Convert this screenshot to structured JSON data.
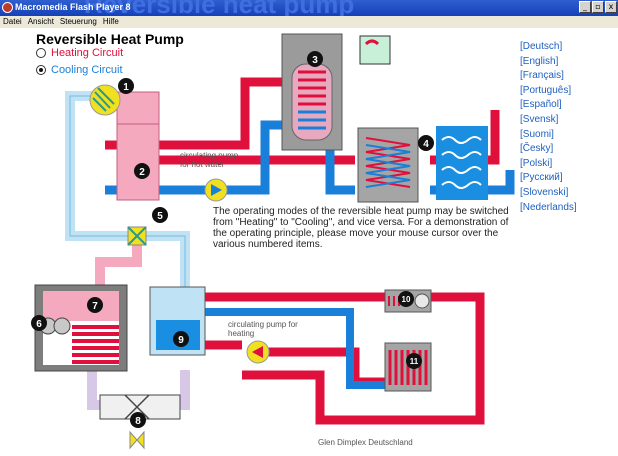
{
  "window": {
    "background_heading": "Reversible heat pump",
    "title": "Macromedia Flash Player 8",
    "buttons": [
      "_",
      "▫",
      "x"
    ]
  },
  "menu": [
    "Datei",
    "Ansicht",
    "Steuerung",
    "Hilfe"
  ],
  "diagram": {
    "title": "Reversible Heat Pump",
    "modes": [
      {
        "label": "Heating Circuit",
        "selected": false,
        "color": "#e0103c"
      },
      {
        "label": "Cooling Circuit",
        "selected": true,
        "color": "#1a7fd8"
      }
    ],
    "languages": [
      "[Deutsch]",
      "[English]",
      "[Français]",
      "[Português]",
      "[Español]",
      "[Svensk]",
      "[Suomi]",
      "[Česky]",
      "[Polski]",
      "[Русский]",
      "[Slovenski]",
      "[Nederlands]"
    ],
    "pump_label_hot_water": [
      "circulating pump",
      "for hot water"
    ],
    "pump_label_heating": [
      "circulating pump for",
      "heating"
    ],
    "description": "The operating modes of the reversible heat pump may be switched from \"Heating\" to \"Cooling\", and vice versa. For a demonstration of the operating principle, please move your mouse cursor over the various numbered items.",
    "credit": "Glen Dimplex Deutschland",
    "numbers": [
      "1",
      "2",
      "3",
      "4",
      "5",
      "6",
      "7",
      "8",
      "9",
      "10",
      "11"
    ]
  },
  "colors": {
    "hot": "#e0103c",
    "cold": "#1a7fd8",
    "light_blue": "#bfe3f5",
    "pink": "#f5a9bf"
  }
}
